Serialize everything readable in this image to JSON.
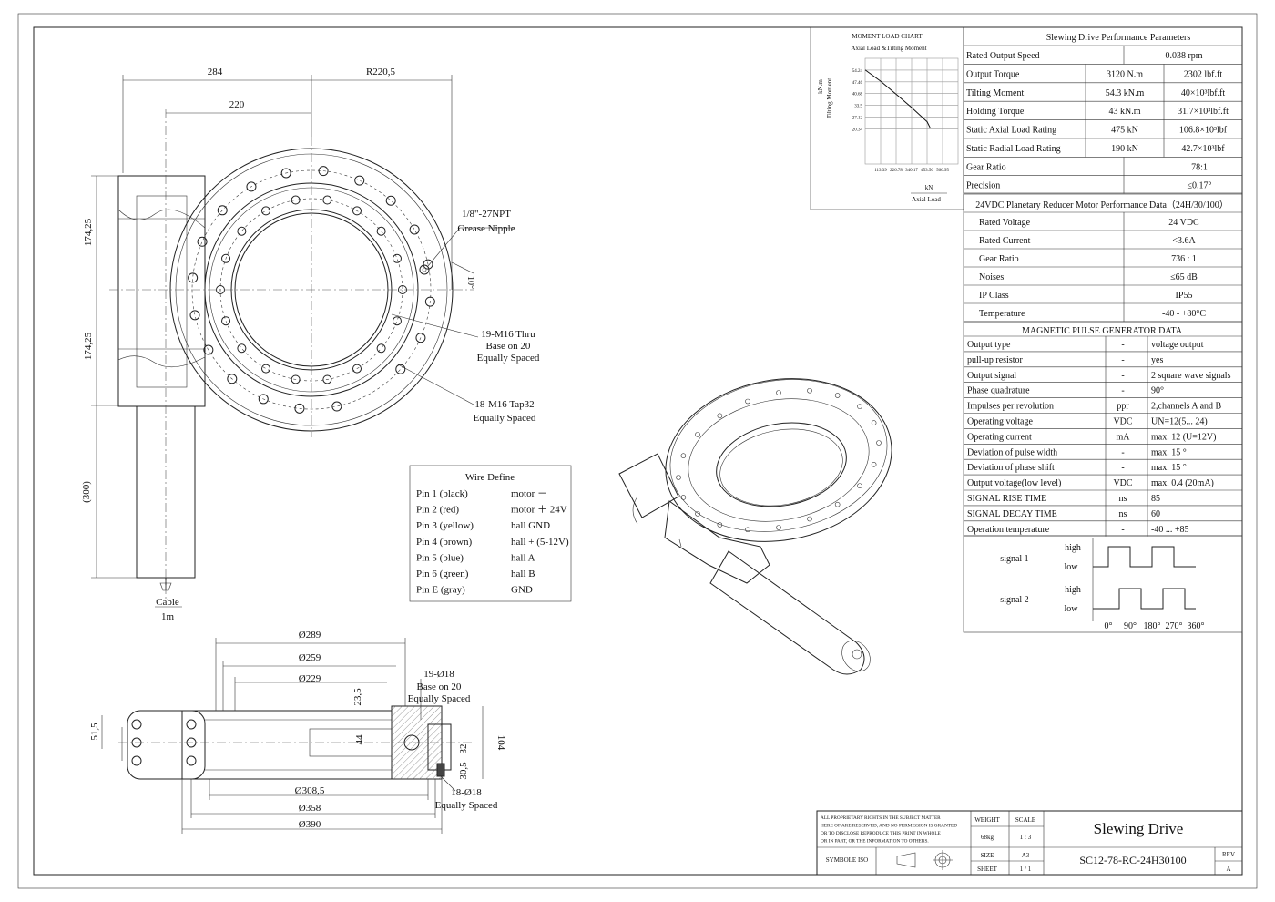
{
  "dims_top": {
    "d284": "284",
    "r2205": "R220,5",
    "d220": "220",
    "d17425a": "174,25",
    "d17425b": "174,25",
    "d300": "(300)",
    "cable": "Cable",
    "cable_len": "1m",
    "ang10": "10°",
    "npt": "1/8\"-27NPT",
    "grease": "Grease Nipple",
    "m16thru_1": "19-M16 Thru",
    "m16thru_2": "Base on 20",
    "m16thru_3": "Equally Spaced",
    "m16tap_1": "18-M16 Tap32",
    "m16tap_2": "Equally Spaced"
  },
  "dims_section": {
    "d289": "Ø289",
    "d259": "Ø259",
    "d229": "Ø229",
    "d235": "23,5",
    "d44": "44",
    "d515": "51,5",
    "d32": "32",
    "d305": "30,5",
    "d104": "104",
    "d3085": "Ø308,5",
    "d358": "Ø358",
    "d390": "Ø390",
    "h18a_1": "19-Ø18",
    "h18a_2": "Base on 20",
    "h18a_3": "Equally Spaced",
    "h18b_1": "18-Ø18",
    "h18b_2": "Equally Spaced"
  },
  "wire_define": {
    "title": "Wire Define",
    "rows": [
      {
        "pin": "Pin 1  (black)",
        "fn": "motor －"
      },
      {
        "pin": "Pin 2  (red)",
        "fn": "motor ＋ 24V"
      },
      {
        "pin": "Pin 3  (yellow)",
        "fn": "hall GND"
      },
      {
        "pin": "Pin 4  (brown)",
        "fn": "hall + (5-12V)"
      },
      {
        "pin": "Pin 5  (blue)",
        "fn": "hall A"
      },
      {
        "pin": "Pin 6  (green)",
        "fn": "hall B"
      },
      {
        "pin": "Pin E  (gray)",
        "fn": "GND"
      }
    ]
  },
  "moment_chart": {
    "title": "MOMENT LOAD CHART",
    "subtitle": "Axial Load &Tilting Moment",
    "ylabel_unit": "kN.m",
    "ylabel": "Tilting Moment",
    "xlabel_unit": "kN",
    "xlabel": "Axial Load"
  },
  "chart_data": {
    "type": "line",
    "title": "MOMENT LOAD CHART",
    "subtitle": "Axial Load &Tilting Moment",
    "xlabel": "Axial Load",
    "ylabel": "Tilting Moment",
    "x_unit": "kN",
    "y_unit": "kN.m",
    "x_ticks": [
      "113.39",
      "226.78",
      "340.17",
      "453.56",
      "566.95"
    ],
    "y_ticks": [
      "54.24",
      "47.46",
      "40.68",
      "33.9",
      "27.12",
      "20.34"
    ],
    "xlim": [
      0,
      680.34
    ],
    "ylim": [
      0,
      61.02
    ],
    "grid": true,
    "series": [
      {
        "x": [
          0,
          113.39,
          226.78,
          340.17,
          453.56,
          475
        ],
        "y": [
          54.3,
          47.8,
          40.3,
          32.6,
          24.4,
          21.0
        ]
      }
    ]
  },
  "perf": {
    "title": "Slewing Drive Performance Parameters",
    "rows": [
      {
        "label": "Rated Output Speed",
        "v1": "0.038 rpm",
        "v2": ""
      },
      {
        "label": "Output Torque",
        "v1": "3120 N.m",
        "v2": "2302 lbf.ft"
      },
      {
        "label": "Tilting Moment",
        "v1": "54.3 kN.m",
        "v2": "40×10³lbf.ft"
      },
      {
        "label": "Holding Torque",
        "v1": "43 kN.m",
        "v2": "31.7×10³lbf.ft"
      },
      {
        "label": "Static Axial Load Rating",
        "v1": "475 kN",
        "v2": "106.8×10³lbf"
      },
      {
        "label": "Static Radial Load Rating",
        "v1": "190 kN",
        "v2": "42.7×10³lbf"
      }
    ],
    "gear_ratio_label": "Gear Ratio",
    "gear_ratio": "78:1",
    "precision_label": "Precision",
    "precision": "≤0.17°"
  },
  "motor": {
    "title": "24VDC Planetary Reducer Motor Performance Data（24H/30/100）",
    "rows": [
      {
        "label": "Rated Voltage",
        "value": "24 VDC"
      },
      {
        "label": "Rated Current",
        "value": "<3.6A"
      },
      {
        "label": "Gear Ratio",
        "value": "736 : 1"
      },
      {
        "label": "Noises",
        "value": "≤65 dB"
      },
      {
        "label": "IP Class",
        "value": "IP55"
      },
      {
        "label": "Temperature",
        "value": "-40 - +80°C"
      }
    ]
  },
  "mpg": {
    "title": "MAGNETIC PULSE GENERATOR DATA",
    "rows": [
      {
        "label": "Output type",
        "unit": "-",
        "value": "voltage output"
      },
      {
        "label": "pull-up resistor",
        "unit": "-",
        "value": "yes"
      },
      {
        "label": "Output signal",
        "unit": "-",
        "value": "2 square wave signals"
      },
      {
        "label": "Phase quadrature",
        "unit": "-",
        "value": "90°"
      },
      {
        "label": "Impulses per revolution",
        "unit": "ppr",
        "value": "2,channels A and B"
      },
      {
        "label": "Operating voltage",
        "unit": "VDC",
        "value": "UN=12(5... 24)"
      },
      {
        "label": "Operating current",
        "unit": "mA",
        "value": "max. 12 (U=12V)"
      },
      {
        "label": "Deviation of pulse width",
        "unit": "-",
        "value": "max. 15  °"
      },
      {
        "label": "Deviation of phase shift",
        "unit": "-",
        "value": "max. 15  °"
      },
      {
        "label": "Output voltage(low level)",
        "unit": "VDC",
        "value": "max. 0.4 (20mA)"
      },
      {
        "label": "SIGNAL RISE TIME",
        "unit": "ns",
        "value": "85"
      },
      {
        "label": "SIGNAL DECAY TIME",
        "unit": "ns",
        "value": "60"
      },
      {
        "label": "Operation temperature",
        "unit": "-",
        "value": "-40 ... +85"
      }
    ]
  },
  "signals": {
    "s1": "signal 1",
    "s2": "signal 2",
    "high": "high",
    "low": "low",
    "angles": [
      "0°",
      "90°",
      "180°",
      "270°",
      "360°"
    ]
  },
  "title_block": {
    "rights": [
      "ALL PROPRIETARY RIGHTS IN THE SUBJECT MATTER",
      "HERE OF ARE RESERVED, AND NO PERMISSION IS GRANTED",
      "OR TO DISCLOSE REPRODUCE THIS PRINT IN WHOLE",
      "OR IN PART, OR THE INFORMATION TO OTHERS."
    ],
    "symbole": "SYMBOLE ISO",
    "weight_label": "WEIGHT",
    "weight": "68kg",
    "scale_label": "SCALE",
    "scale": "1 : 3",
    "size_label": "SIZE",
    "size": "A3",
    "sheet_label": "SHEET",
    "sheet": "1 / 1",
    "title": "Slewing Drive",
    "part_no": "SC12-78-RC-24H30100",
    "rev_label": "REV",
    "rev": "A"
  }
}
